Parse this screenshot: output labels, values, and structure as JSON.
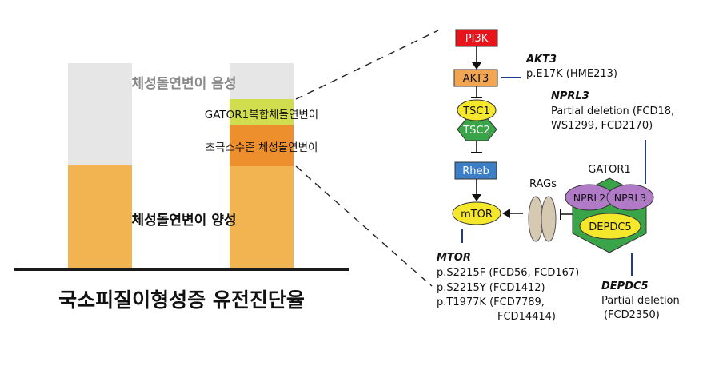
{
  "left_panel": {
    "title": "국소피질이형성증 유전진단율",
    "bar1": {
      "positive_label": "체성돌연변이 양성",
      "negative_label": "체성돌연변이 음성"
    },
    "bar2": {
      "gator1_label": "GATOR1복합체돌연변이",
      "ultralow_label": "초극소수준 체성돌연변이"
    },
    "colors": {
      "positive": "#f2b450",
      "negative": "#e6e6e6",
      "gator1": "#cfdd4e",
      "ultralow": "#ee8f2e"
    }
  },
  "pathway": {
    "nodes": {
      "pi3k": "PI3K",
      "akt3": "AKT3",
      "tsc1": "TSC1",
      "tsc2": "TSC2",
      "rheb": "Rheb",
      "mtor": "mTOR",
      "rags": "RAGs",
      "gator1": "GATOR1",
      "nprl2": "NPRL2",
      "nprl3": "NPRL3",
      "depdc5": "DEPDC5"
    },
    "annotations": {
      "akt3": {
        "gene": "AKT3",
        "lines": [
          "p.E17K (HME213)"
        ]
      },
      "nprl3": {
        "gene": "NPRL3",
        "lines": [
          "Partial deletion (FCD18,",
          "WS1299, FCD2170)"
        ]
      },
      "mtor": {
        "gene": "MTOR",
        "lines": [
          "p.S2215F (FCD56, FCD167)",
          "p.S2215Y (FCD1412)",
          "p.T1977K (FCD7789,",
          "FCD14414)"
        ]
      },
      "depdc5": {
        "gene": "DEPDC5",
        "lines": [
          "Partial deletion",
          "(FCD2350)"
        ]
      }
    },
    "colors": {
      "pi3k": "#e8141c",
      "akt3": "#f2a552",
      "tsc1": "#f5e82c",
      "tsc2": "#3aa548",
      "rheb": "#3d7fc6",
      "mtor": "#f5e82c",
      "gator1": "#3aa548",
      "nprl": "#b07ac6",
      "depdc5": "#f5e82c",
      "rags": "#d6c9b2",
      "link": "#1f3b8a"
    }
  }
}
